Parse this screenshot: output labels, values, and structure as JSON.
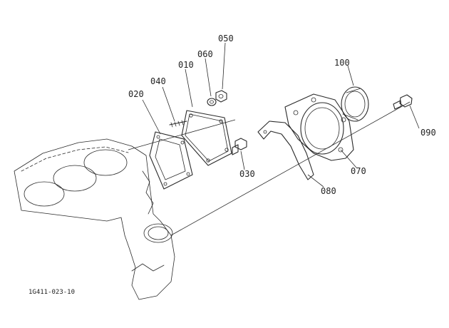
{
  "callouts": {
    "p010": "010",
    "p020": "020",
    "p030": "030",
    "p040": "040",
    "p050": "050",
    "p060": "060",
    "p070": "070",
    "p080": "080",
    "p090": "090",
    "p100": "100"
  },
  "drawing_number": "1G411-023-10",
  "colors": {
    "ink": "#2a2a2a",
    "paper": "#ffffff"
  }
}
